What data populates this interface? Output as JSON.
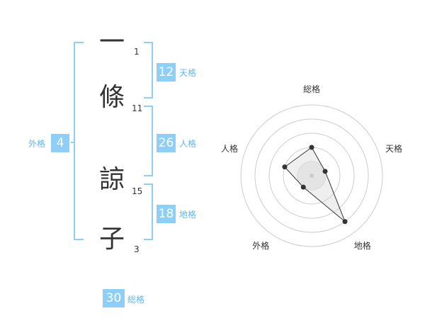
{
  "colors": {
    "accent": "#8ecff7",
    "label": "#62b7ec",
    "text": "#333333"
  },
  "name": {
    "chars": [
      {
        "char": "一",
        "strokes": "1"
      },
      {
        "char": "條",
        "strokes": "11"
      },
      {
        "char": "諒",
        "strokes": "15"
      },
      {
        "char": "子",
        "strokes": "3"
      }
    ]
  },
  "kakusu": {
    "tenkaku": {
      "value": "12",
      "label": "天格"
    },
    "jinkaku": {
      "value": "26",
      "label": "人格"
    },
    "chikaku": {
      "value": "18",
      "label": "地格"
    },
    "gaikaku": {
      "value": "4",
      "label": "外格"
    },
    "soukaku": {
      "value": "30",
      "label": "総格"
    }
  },
  "chart_data": {
    "type": "radar",
    "axes": [
      "総格",
      "天格",
      "地格",
      "外格",
      "人格"
    ],
    "values": [
      2,
      1,
      4,
      1,
      2
    ],
    "max": 5,
    "rings": 5
  }
}
